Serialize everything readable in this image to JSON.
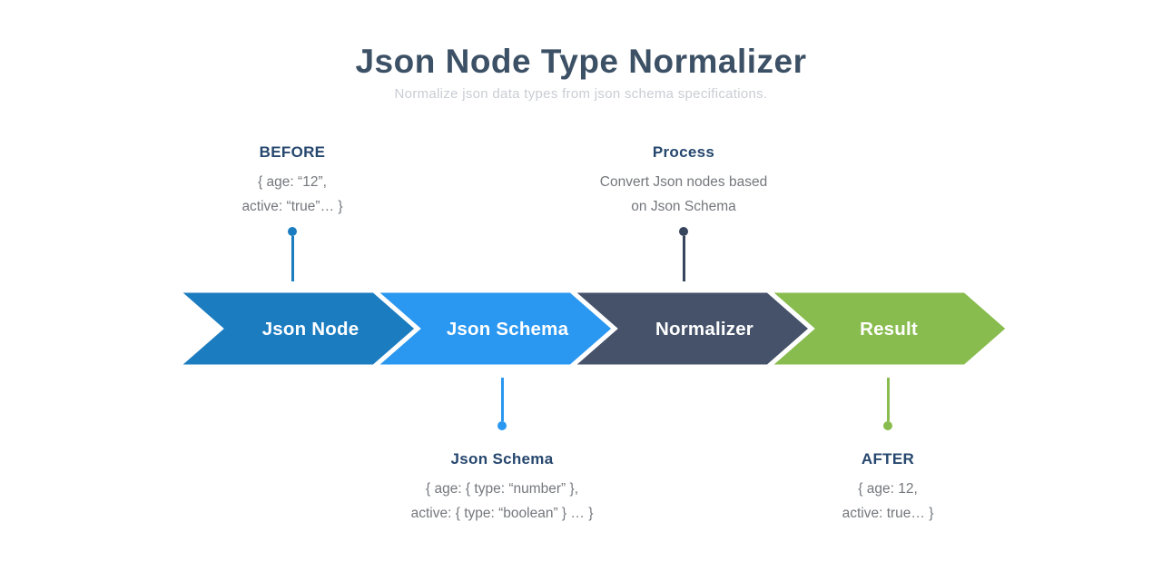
{
  "header": {
    "title": "Json Node Type Normalizer",
    "subtitle": "Normalize json data types from json schema specifications."
  },
  "annotations": {
    "before": {
      "heading": "BEFORE",
      "lines": [
        "{ age: “12”,",
        "active: “true”… }"
      ]
    },
    "process": {
      "heading": "Process",
      "lines": [
        "Convert Json nodes based",
        "on Json Schema"
      ]
    },
    "schema": {
      "heading": "Json Schema",
      "lines": [
        "{ age: { type: “number” },",
        "active: { type: “boolean” } … }"
      ]
    },
    "after": {
      "heading": "AFTER",
      "lines": [
        "{ age: 12,",
        "active: true… }"
      ]
    }
  },
  "flow": {
    "steps": [
      {
        "label": "Json Node",
        "color": "#1b7cc0"
      },
      {
        "label": "Json Schema",
        "color": "#2a97f0"
      },
      {
        "label": "Normalizer",
        "color": "#455269"
      },
      {
        "label": "Result",
        "color": "#88bc4e"
      }
    ]
  },
  "connectors": {
    "before": {
      "color": "#1b7cc0"
    },
    "process": {
      "color": "#37465c"
    },
    "schema": {
      "color": "#2a97f0"
    },
    "after": {
      "color": "#88bc4e"
    }
  },
  "colors": {
    "title": "#3d5166",
    "subtitle": "#c9cdd3",
    "heading": "#26476e",
    "body_text": "#74777c",
    "separator_stroke": "#ffffff"
  }
}
